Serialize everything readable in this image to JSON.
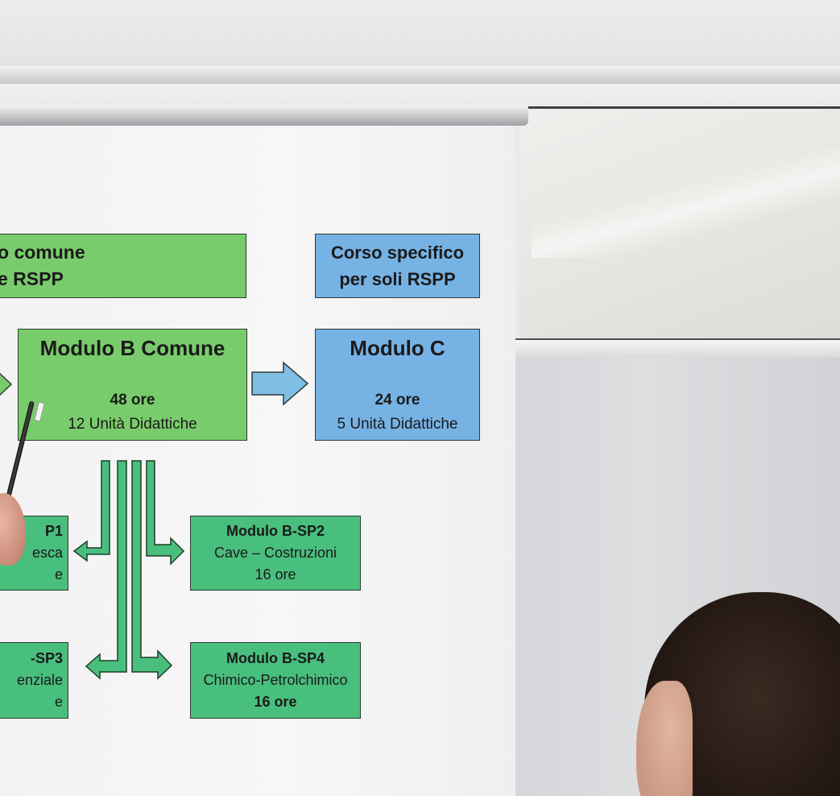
{
  "diagram": {
    "corso_comune": {
      "lines": [
        "o comune",
        "e RSPP"
      ]
    },
    "corso_specifico": {
      "lines": [
        "Corso specifico",
        "per soli RSPP"
      ]
    },
    "modulo_b": {
      "title": "Modulo B Comune",
      "hours": "48 ore",
      "units": "12 Unità Didattiche"
    },
    "modulo_c": {
      "title": "Modulo C",
      "hours": "24 ore",
      "units": "5 Unità Didattiche"
    },
    "sp1": {
      "lines": [
        "P1",
        "esca",
        "e"
      ]
    },
    "sp2": {
      "lines": [
        "Modulo B-SP2",
        "Cave – Costruzioni",
        "16 ore"
      ]
    },
    "sp3": {
      "lines": [
        "-SP3",
        "enziale",
        "e"
      ]
    },
    "sp4": {
      "lines": [
        "Modulo B-SP4",
        "Chimico-Petrolchimico",
        "16 ore"
      ]
    }
  },
  "colors": {
    "green_box": "#79cc6b",
    "blue_box": "#77b2e5",
    "teal_box": "#49bf7d",
    "arrow_fill": "#7fbfe6",
    "screen": "#f3f3f3"
  }
}
